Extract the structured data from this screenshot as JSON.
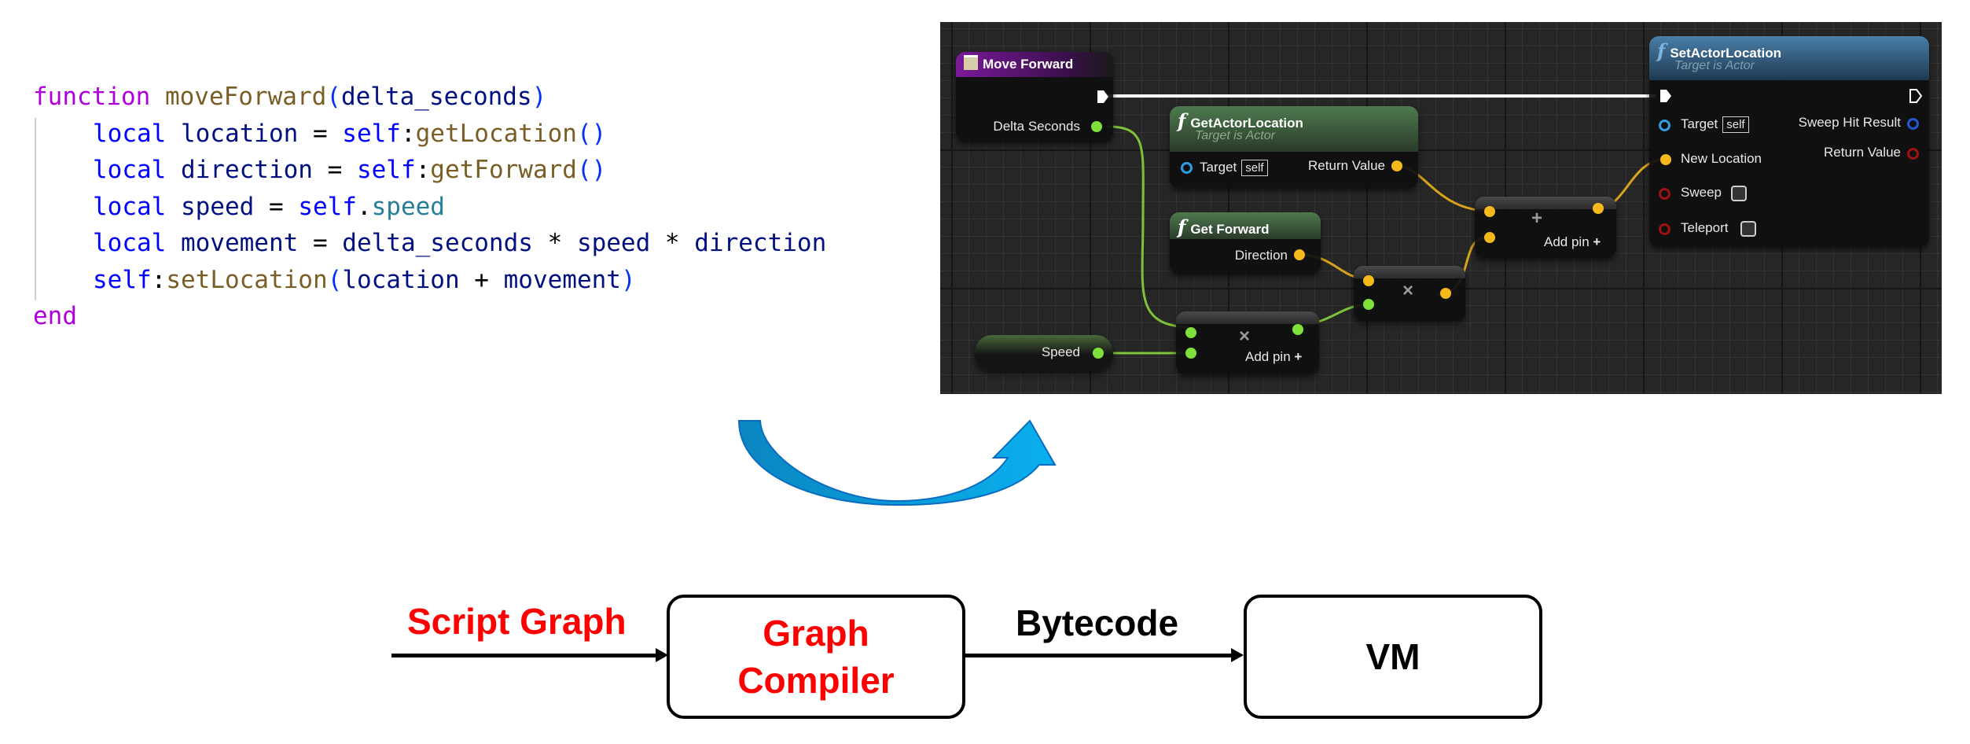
{
  "code": {
    "language": "lua",
    "lines": [
      {
        "tokens": [
          [
            "kw-fn",
            "function "
          ],
          [
            "fn-name",
            "moveForward"
          ],
          [
            "punc",
            "("
          ],
          [
            "var",
            "delta_seconds"
          ],
          [
            "punc",
            ")"
          ]
        ],
        "indent": false
      },
      {
        "tokens": [
          [
            "kw",
            "local "
          ],
          [
            "var",
            "location"
          ],
          [
            "op",
            " = "
          ],
          [
            "kw",
            "self"
          ],
          [
            "op",
            ":"
          ],
          [
            "fn-name",
            "getLocation"
          ],
          [
            "punc",
            "()"
          ]
        ],
        "indent": true
      },
      {
        "tokens": [
          [
            "kw",
            "local "
          ],
          [
            "var",
            "direction"
          ],
          [
            "op",
            " = "
          ],
          [
            "kw",
            "self"
          ],
          [
            "op",
            ":"
          ],
          [
            "fn-name",
            "getForward"
          ],
          [
            "punc",
            "()"
          ]
        ],
        "indent": true
      },
      {
        "tokens": [
          [
            "kw",
            "local "
          ],
          [
            "var",
            "speed"
          ],
          [
            "op",
            " = "
          ],
          [
            "kw",
            "self"
          ],
          [
            "op",
            "."
          ],
          [
            "prop",
            "speed"
          ]
        ],
        "indent": true
      },
      {
        "tokens": [
          [
            "kw",
            "local "
          ],
          [
            "var",
            "movement"
          ],
          [
            "op",
            " = "
          ],
          [
            "var",
            "delta_seconds"
          ],
          [
            "op",
            " * "
          ],
          [
            "var",
            "speed"
          ],
          [
            "op",
            " * "
          ],
          [
            "var",
            "direction"
          ]
        ],
        "indent": true
      },
      {
        "tokens": [
          [
            "kw",
            "self"
          ],
          [
            "op",
            ":"
          ],
          [
            "fn-name",
            "setLocation"
          ],
          [
            "punc",
            "("
          ],
          [
            "var",
            "location"
          ],
          [
            "op",
            " + "
          ],
          [
            "var",
            "movement"
          ],
          [
            "punc",
            ")"
          ]
        ],
        "indent": true
      },
      {
        "tokens": [
          [
            "kw-fn",
            "end"
          ]
        ],
        "indent": false
      }
    ]
  },
  "blueprint": {
    "move_forward": {
      "title": "Move Forward",
      "pin_delta": "Delta Seconds"
    },
    "get_actor_location": {
      "title": "GetActorLocation",
      "subtitle": "Target is Actor",
      "pin_target": "Target",
      "target_default": "self",
      "pin_return": "Return Value"
    },
    "get_forward": {
      "title": "Get Forward",
      "pin_direction": "Direction"
    },
    "speed_var": {
      "label": "Speed"
    },
    "multiply_float": {
      "glyph": "×",
      "add_pin": "Add pin",
      "add_glyph": "+"
    },
    "multiply_vector": {
      "glyph": "×"
    },
    "add_vector": {
      "glyph": "+",
      "add_pin": "Add pin",
      "add_glyph": "+"
    },
    "set_actor_location": {
      "title": "SetActorLocation",
      "subtitle": "Target is Actor",
      "pin_target": "Target",
      "target_default": "self",
      "pin_new_location": "New Location",
      "pin_sweep": "Sweep",
      "pin_teleport": "Teleport",
      "out_sweep_hit": "Sweep Hit Result",
      "out_return": "Return Value"
    },
    "colors": {
      "exec": "#ffffff",
      "float": "#7ee23a",
      "vector": "#f5b91c",
      "object": "#2f9de0",
      "bool": "#9e1212"
    }
  },
  "flow": {
    "input_label": "Script Graph",
    "compiler_label": "Graph Compiler",
    "output_label": "Bytecode",
    "vm_label": "VM",
    "colors": {
      "highlight": "#ff0000",
      "normal": "#000000"
    }
  },
  "arrow": {
    "color": "#0aa0e6",
    "meaning": "code-to-graph"
  }
}
